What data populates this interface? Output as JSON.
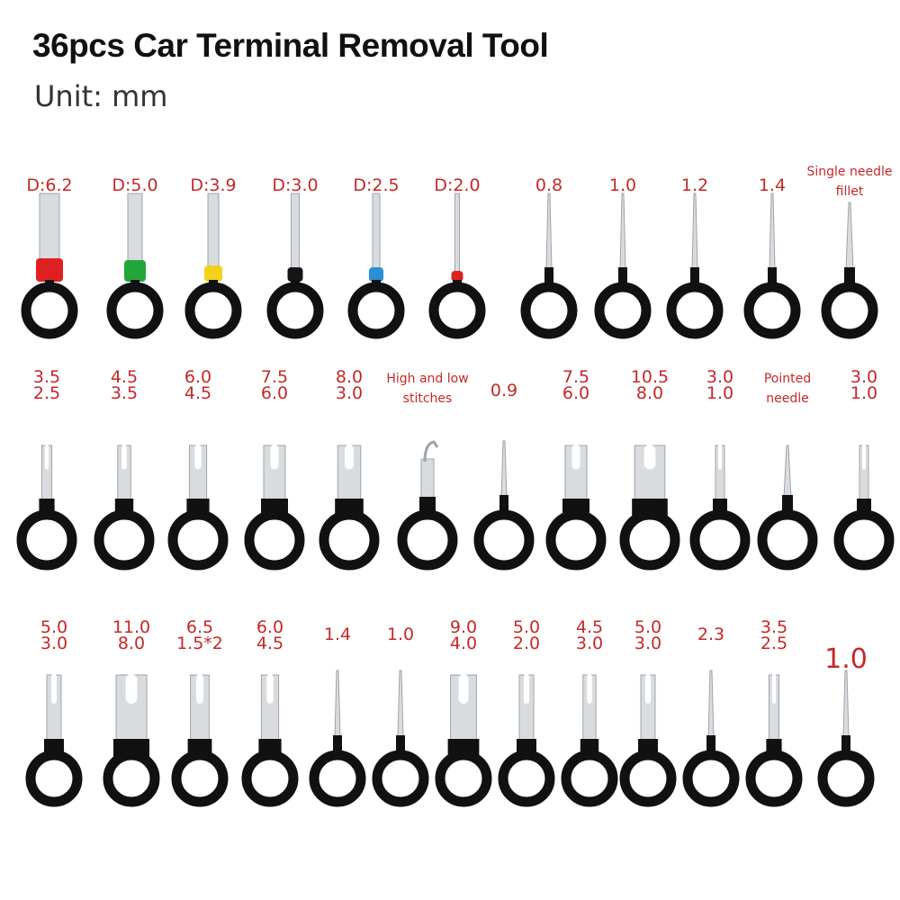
{
  "title": "36pcs Car Terminal Removal Tool",
  "unit": "Unit: mm",
  "colors": {
    "label": "#c62828",
    "ring": "#111111",
    "metal": "#d9dcdf",
    "metal_edge": "#9ea4aa"
  },
  "tools": [
    {
      "row": 0,
      "type": "tube",
      "lines": [
        "D:6.2"
      ],
      "cap": "#e02020"
    },
    {
      "row": 0,
      "type": "tube",
      "lines": [
        "D:5.0"
      ],
      "cap": "#22a63a"
    },
    {
      "row": 0,
      "type": "tube",
      "lines": [
        "D:3.9"
      ],
      "cap": "#f2d21a"
    },
    {
      "row": 0,
      "type": "tube",
      "lines": [
        "D:3.0"
      ],
      "cap": "#151515"
    },
    {
      "row": 0,
      "type": "tube",
      "lines": [
        "D:2.5"
      ],
      "cap": "#2a8fd6"
    },
    {
      "row": 0,
      "type": "tube",
      "lines": [
        "D:2.0"
      ],
      "cap": "#e02020"
    },
    {
      "row": 0,
      "type": "needle",
      "lines": [
        "0.8"
      ]
    },
    {
      "row": 0,
      "type": "needle",
      "lines": [
        "1.0"
      ]
    },
    {
      "row": 0,
      "type": "needle",
      "lines": [
        "1.2"
      ]
    },
    {
      "row": 0,
      "type": "needle",
      "lines": [
        "1.4"
      ]
    },
    {
      "row": 0,
      "type": "needle",
      "lines": [
        "Single needle",
        "fillet"
      ],
      "small": true
    },
    {
      "row": 1,
      "type": "fork",
      "lines": [
        "3.5",
        "2.5"
      ]
    },
    {
      "row": 1,
      "type": "fork",
      "lines": [
        "4.5",
        "3.5"
      ]
    },
    {
      "row": 1,
      "type": "fork",
      "lines": [
        "6.0",
        "4.5"
      ]
    },
    {
      "row": 1,
      "type": "fork",
      "lines": [
        "7.5",
        "6.0"
      ]
    },
    {
      "row": 1,
      "type": "fork",
      "lines": [
        "8.0",
        "3.0"
      ]
    },
    {
      "row": 1,
      "type": "hook",
      "lines": [
        "High and low",
        "stitches"
      ],
      "small": true
    },
    {
      "row": 1,
      "type": "needle",
      "lines": [
        "0.9"
      ]
    },
    {
      "row": 1,
      "type": "fork",
      "lines": [
        "7.5",
        "6.0"
      ]
    },
    {
      "row": 1,
      "type": "fork",
      "lines": [
        "10.5",
        "8.0"
      ]
    },
    {
      "row": 1,
      "type": "fork",
      "lines": [
        "3.0",
        "1.0"
      ]
    },
    {
      "row": 1,
      "type": "needle",
      "lines": [
        "Pointed",
        "needle"
      ],
      "small": true
    },
    {
      "row": 1,
      "type": "fork",
      "lines": [
        "3.0",
        "1.0"
      ]
    },
    {
      "row": 2,
      "type": "fork",
      "lines": [
        "5.0",
        "3.0"
      ]
    },
    {
      "row": 2,
      "type": "fork",
      "lines": [
        "11.0",
        "8.0"
      ]
    },
    {
      "row": 2,
      "type": "fork",
      "lines": [
        "6.5",
        "1.5*2"
      ]
    },
    {
      "row": 2,
      "type": "fork",
      "lines": [
        "6.0",
        "4.5"
      ]
    },
    {
      "row": 2,
      "type": "needle",
      "lines": [
        "1.4"
      ]
    },
    {
      "row": 2,
      "type": "needle",
      "lines": [
        "1.0"
      ]
    },
    {
      "row": 2,
      "type": "fork",
      "lines": [
        "9.0",
        "4.0"
      ]
    },
    {
      "row": 2,
      "type": "fork",
      "lines": [
        "5.0",
        "2.0"
      ]
    },
    {
      "row": 2,
      "type": "fork",
      "lines": [
        "4.5",
        "3.0"
      ]
    },
    {
      "row": 2,
      "type": "fork",
      "lines": [
        "5.0",
        "3.0"
      ]
    },
    {
      "row": 2,
      "type": "needle",
      "lines": [
        "2.3"
      ]
    },
    {
      "row": 2,
      "type": "fork",
      "lines": [
        "3.5",
        "2.5"
      ]
    },
    {
      "row": 2,
      "type": "needle",
      "lines": [
        "1.0"
      ],
      "big": true
    }
  ]
}
